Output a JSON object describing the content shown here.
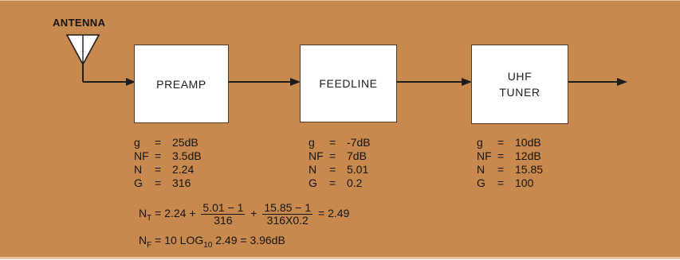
{
  "antenna": {
    "label": "ANTENNA"
  },
  "blocks": {
    "preamp": {
      "label": "PREAMP"
    },
    "feedline": {
      "label": "FEEDLINE"
    },
    "uhf_tuner": {
      "label_line1": "UHF",
      "label_line2": "TUNER"
    }
  },
  "params": {
    "preamp": [
      {
        "sym": "g",
        "eq": "=",
        "val": "25dB"
      },
      {
        "sym": "NF",
        "eq": "=",
        "val": "3.5dB"
      },
      {
        "sym": "N",
        "eq": "=",
        "val": "2.24"
      },
      {
        "sym": "G",
        "eq": "=",
        "val": "316"
      }
    ],
    "feedline": [
      {
        "sym": "g",
        "eq": "=",
        "val": "-7dB"
      },
      {
        "sym": "NF",
        "eq": "=",
        "val": "7dB"
      },
      {
        "sym": "N",
        "eq": "=",
        "val": "5.01"
      },
      {
        "sym": "G",
        "eq": "=",
        "val": "0.2"
      }
    ],
    "uhf_tuner": [
      {
        "sym": "g",
        "eq": "=",
        "val": "10dB"
      },
      {
        "sym": "NF",
        "eq": "=",
        "val": "12dB"
      },
      {
        "sym": "N",
        "eq": "=",
        "val": "15.85"
      },
      {
        "sym": "G",
        "eq": "=",
        "val": "100"
      }
    ]
  },
  "formula_nt": {
    "lhs": "N",
    "lhs_sub": "T",
    "term1": "= 2.24 +",
    "frac1_num": "5.01 − 1",
    "frac1_den": "316",
    "plus": "+",
    "frac2_num": "15.85 − 1",
    "frac2_den": "316X0.2",
    "result": "= 2.49"
  },
  "formula_nf": {
    "lhs": "N",
    "lhs_sub": "F",
    "mid": "= 10 LOG",
    "log_sub": "10",
    "result": "2.49 = 3.96dB"
  },
  "colors": {
    "background": "#c8894f",
    "box": "#ffffff",
    "line": "#3a2210"
  }
}
